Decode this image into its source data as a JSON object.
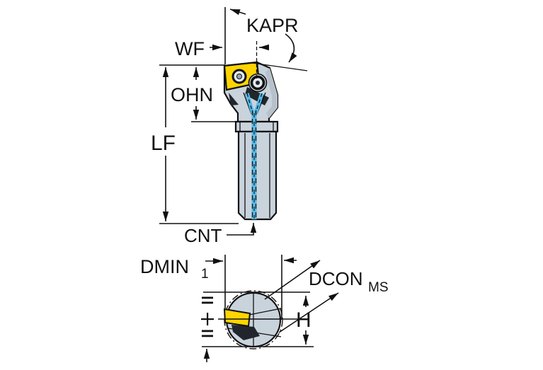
{
  "diagram": {
    "labels": {
      "kapr": "KAPR",
      "wf": "WF",
      "ohn": "OHN",
      "lf": "LF",
      "cnt": "CNT",
      "dmin": "DMIN",
      "dmin_sub": "1",
      "dcon": "DCON",
      "dcon_sub": "MS",
      "h": "H"
    },
    "colors": {
      "body": "#c9d3dc",
      "body_shade": "#b6c1cb",
      "boss": "#bfc9d3",
      "insert": "#ffd400",
      "coolant": "#55b9e9",
      "clamp_dark": "#20262c",
      "hole_light": "#e3e9ef",
      "hole_core": "#9aa6b2",
      "line": "#111111",
      "background": "#ffffff"
    }
  }
}
